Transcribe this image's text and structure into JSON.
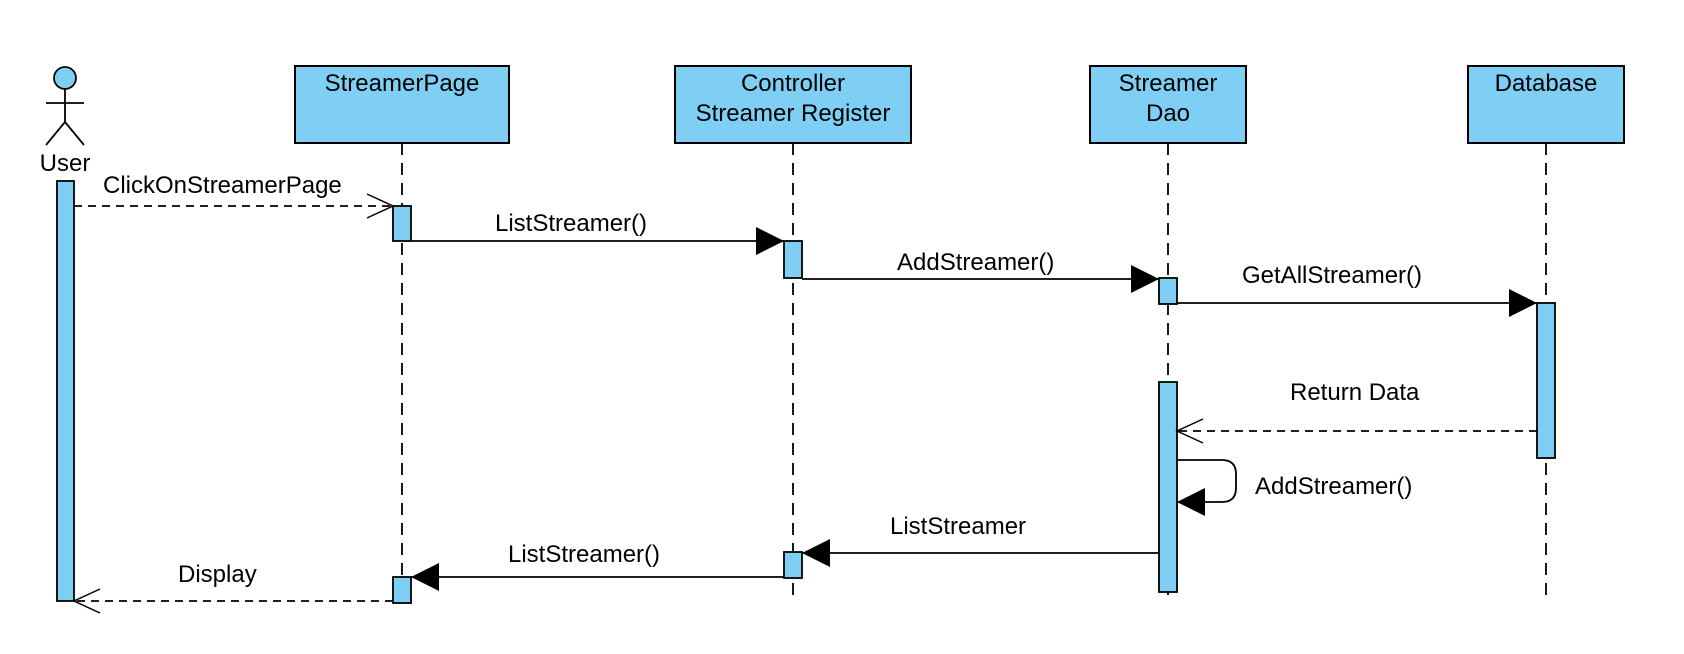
{
  "colors": {
    "box_fill": "#7ecff3",
    "stroke": "#000000",
    "background": "#ffffff"
  },
  "actor": {
    "label": "User",
    "icon": "stick-figure-icon"
  },
  "participants": [
    {
      "id": "streamer-page",
      "lines": [
        "StreamerPage"
      ]
    },
    {
      "id": "controller-streamer-register",
      "lines": [
        "Controller",
        "Streamer Register"
      ]
    },
    {
      "id": "streamer-dao",
      "lines": [
        "Streamer",
        "Dao"
      ]
    },
    {
      "id": "database",
      "lines": [
        "Database"
      ]
    }
  ],
  "messages": [
    {
      "id": "click-on-streamer-page",
      "label": "ClickOnStreamerPage",
      "from": "User",
      "to": "StreamerPage",
      "style": "dashed"
    },
    {
      "id": "list-streamer-call-1",
      "label": "ListStreamer()",
      "from": "StreamerPage",
      "to": "Controller Streamer Register",
      "style": "solid"
    },
    {
      "id": "add-streamer-call",
      "label": "AddStreamer()",
      "from": "Controller Streamer Register",
      "to": "Streamer Dao",
      "style": "solid"
    },
    {
      "id": "get-all-streamer-call",
      "label": "GetAllStreamer()",
      "from": "Streamer Dao",
      "to": "Database",
      "style": "solid"
    },
    {
      "id": "return-data",
      "label": "Return Data",
      "from": "Database",
      "to": "Streamer Dao",
      "style": "dashed"
    },
    {
      "id": "add-streamer-self",
      "label": "AddStreamer()",
      "from": "Streamer Dao",
      "to": "Streamer Dao",
      "style": "solid"
    },
    {
      "id": "list-streamer-return",
      "label": "ListStreamer",
      "from": "Streamer Dao",
      "to": "Controller Streamer Register",
      "style": "solid"
    },
    {
      "id": "list-streamer-call-2",
      "label": "ListStreamer()",
      "from": "Controller Streamer Register",
      "to": "StreamerPage",
      "style": "solid"
    },
    {
      "id": "display",
      "label": "Display",
      "from": "StreamerPage",
      "to": "User",
      "style": "dashed"
    }
  ]
}
